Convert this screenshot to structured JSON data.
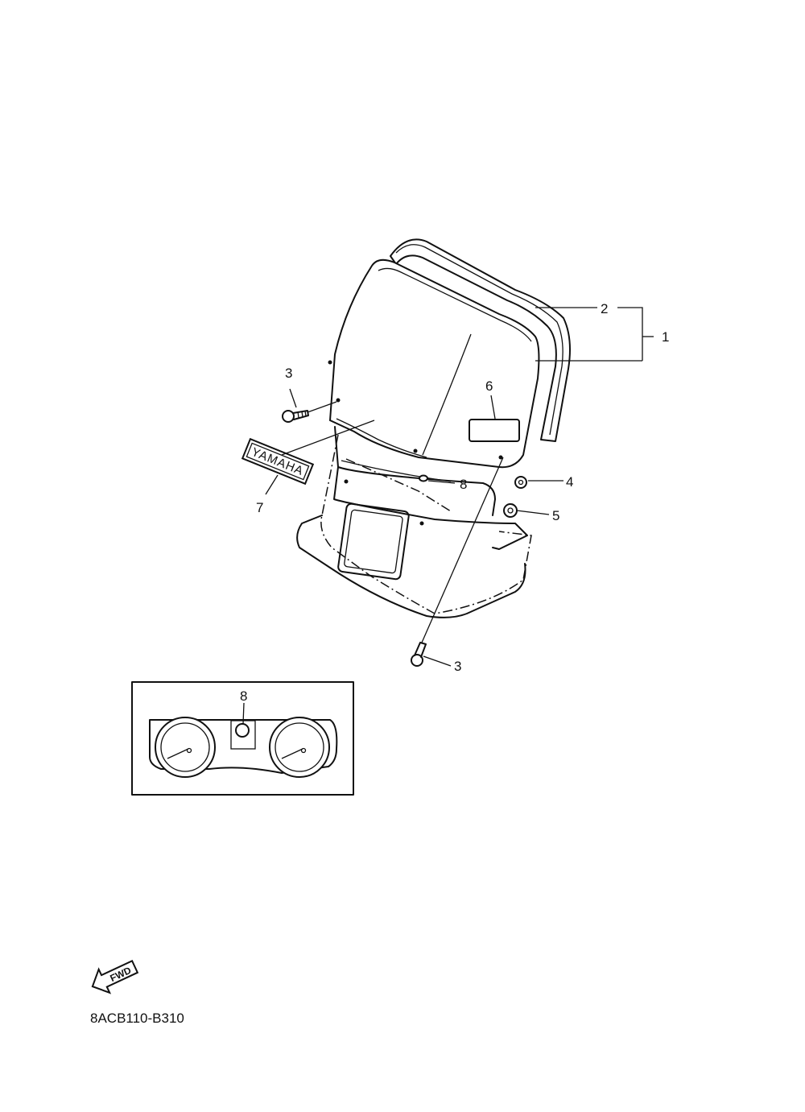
{
  "callouts": {
    "c1": "1",
    "c2": "2",
    "c3_upper": "3",
    "c3_lower": "3",
    "c4": "4",
    "c5": "5",
    "c6": "6",
    "c7": "7",
    "c8_main": "8",
    "c8_inset": "8"
  },
  "emblem": {
    "text": "YAMAHA"
  },
  "fwd_arrow": {
    "label": "FWD"
  },
  "diagram_code": "8ACB110-B310"
}
